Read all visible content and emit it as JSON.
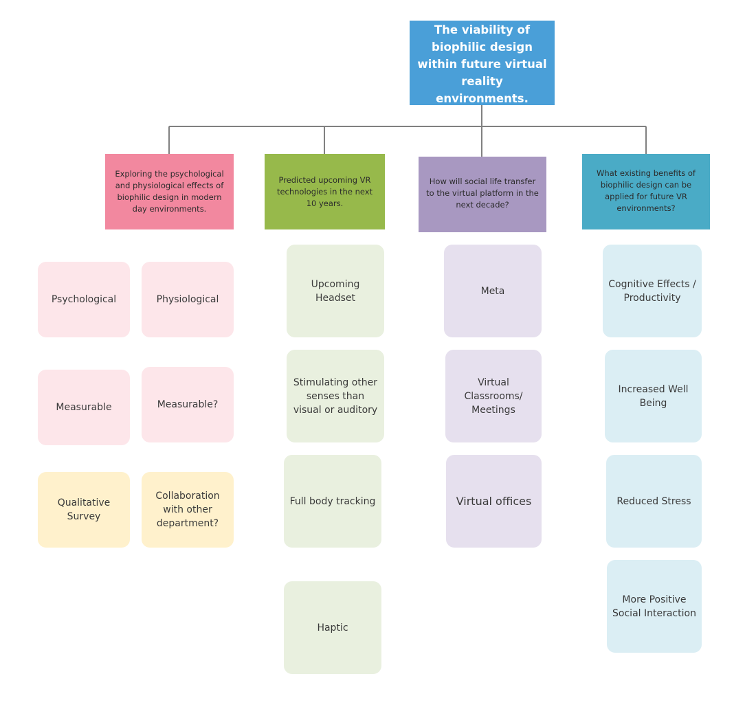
{
  "root": {
    "label": "The viability of biophilic design within future virtual reality environments."
  },
  "branches": [
    {
      "heading": "Exploring the psychological and physiological effects of biophilic design in modern day environments.",
      "color": "#f2889f",
      "cards": [
        "Psychological",
        "Physiological",
        "Measurable",
        "Measurable?",
        "Qualitative Survey",
        "Collaboration with other department?"
      ]
    },
    {
      "heading": "Predicted upcoming VR technologies in the next 10 years.",
      "color": "#97b94b",
      "cards": [
        "Upcoming Headset",
        "Stimulating other senses than visual or auditory",
        "Full body tracking",
        "Haptic"
      ]
    },
    {
      "heading": "How will social life transfer to the virtual platform in the next decade?",
      "color": "#a898c1",
      "cards": [
        "Meta",
        "Virtual Classrooms/ Meetings",
        "Virtual offices"
      ]
    },
    {
      "heading": "What existing benefits of biophilic design can be applied for future VR environments?",
      "color": "#4aabc6",
      "cards": [
        "Cognitive Effects / Productivity",
        "Increased Well Being",
        "Reduced Stress",
        "More Positive Social Interaction"
      ]
    }
  ],
  "colors": {
    "connector": "#808080",
    "pink_card": "#fde6ea",
    "yellow_card": "#fff1cc",
    "green_card": "#e9f0df",
    "purple_card": "#e6e0ee",
    "blue_card": "#dbeef4"
  }
}
